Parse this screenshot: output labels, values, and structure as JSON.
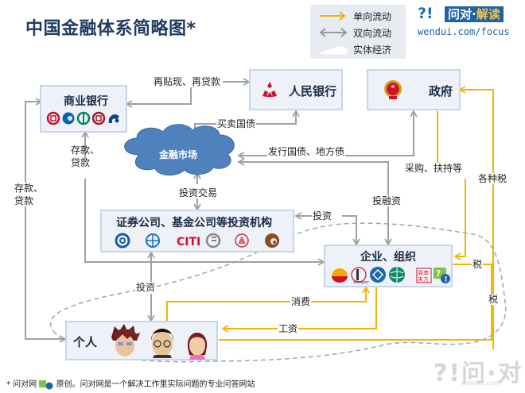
{
  "title": "中国金融体系简略图*",
  "legend": {
    "items": [
      {
        "icon": "orange-arrow-icon",
        "label": "单向流动",
        "color": "#f4b400"
      },
      {
        "icon": "gray-double-arrow-icon",
        "label": "双向流动",
        "color": "#9a9a9a"
      },
      {
        "icon": "white-cloud-shape-icon",
        "label": "实体经济",
        "color": "#ffffff"
      }
    ]
  },
  "brand": {
    "logo_text": "?!",
    "name_part1": "问对·",
    "name_part2": "解读",
    "url": "wendui.com/focus"
  },
  "nodes": {
    "commercial_bank": {
      "title": "商业银行",
      "logos": [
        "icbc-logo-icon",
        "ccb-logo-icon",
        "abc-logo-icon",
        "boc-logo-icon",
        "bocom-logo-icon"
      ]
    },
    "pboc": {
      "title": "人民银行",
      "logo": "pboc-logo-icon"
    },
    "government": {
      "title": "政府",
      "logo": "national-emblem-icon"
    },
    "financial_market": {
      "title": "金融市场"
    },
    "institutions": {
      "title": "证券公司、基金公司等投资机构",
      "logos": [
        "securities-logo-1-icon",
        "securities-logo-2-icon",
        "citi-logo-icon",
        "securities-logo-3-icon",
        "securities-logo-4-icon"
      ],
      "citi_text": "CITI"
    },
    "enterprise": {
      "title": "企业、组织",
      "logos": [
        "petrochina-logo-icon",
        "sinopec-logo-icon",
        "china-mobile-logo-icon",
        "state-grid-logo-icon",
        "southern-weekly-logo-icon",
        "wendui-logo-icon"
      ]
    },
    "individual": {
      "title": "个人",
      "avatars": [
        "avatar-spiky-hair-icon",
        "avatar-glasses-man-icon",
        "avatar-woman-icon"
      ]
    }
  },
  "edges": {
    "rediscount": "再贴现、再贷款",
    "trade_bonds": "买卖国债",
    "issue_bonds": "发行国债、地方债",
    "investment_trade": "投资交易",
    "deposit_loan_inner": [
      "存款、",
      "贷款"
    ],
    "deposit_loan_outer": [
      "存款、",
      "贷款"
    ],
    "invest_enterprise": "投资",
    "financing": "投融资",
    "procurement": "采购、扶持等",
    "taxes": "各种税",
    "tax_enterprise": "税",
    "tax_individual": "税",
    "invest_individual": "投资",
    "consumption": "消费",
    "wage": "工资"
  },
  "colors": {
    "one_way": "#f4b400",
    "two_way": "#a0a0a0",
    "node_fill": "#eef1f7",
    "node_border": "#c5d5ea",
    "cloud": "#4f81bd",
    "dashed_region": "#8fa9c8",
    "title": "#1f3a5f"
  },
  "footer": {
    "prefix": "* 问对网",
    "suffix": "原创。问对网是一个解决工作里实际问题的专业问答网站"
  },
  "watermark": {
    "text": "?!问·对",
    "sub": "wendui.com"
  }
}
